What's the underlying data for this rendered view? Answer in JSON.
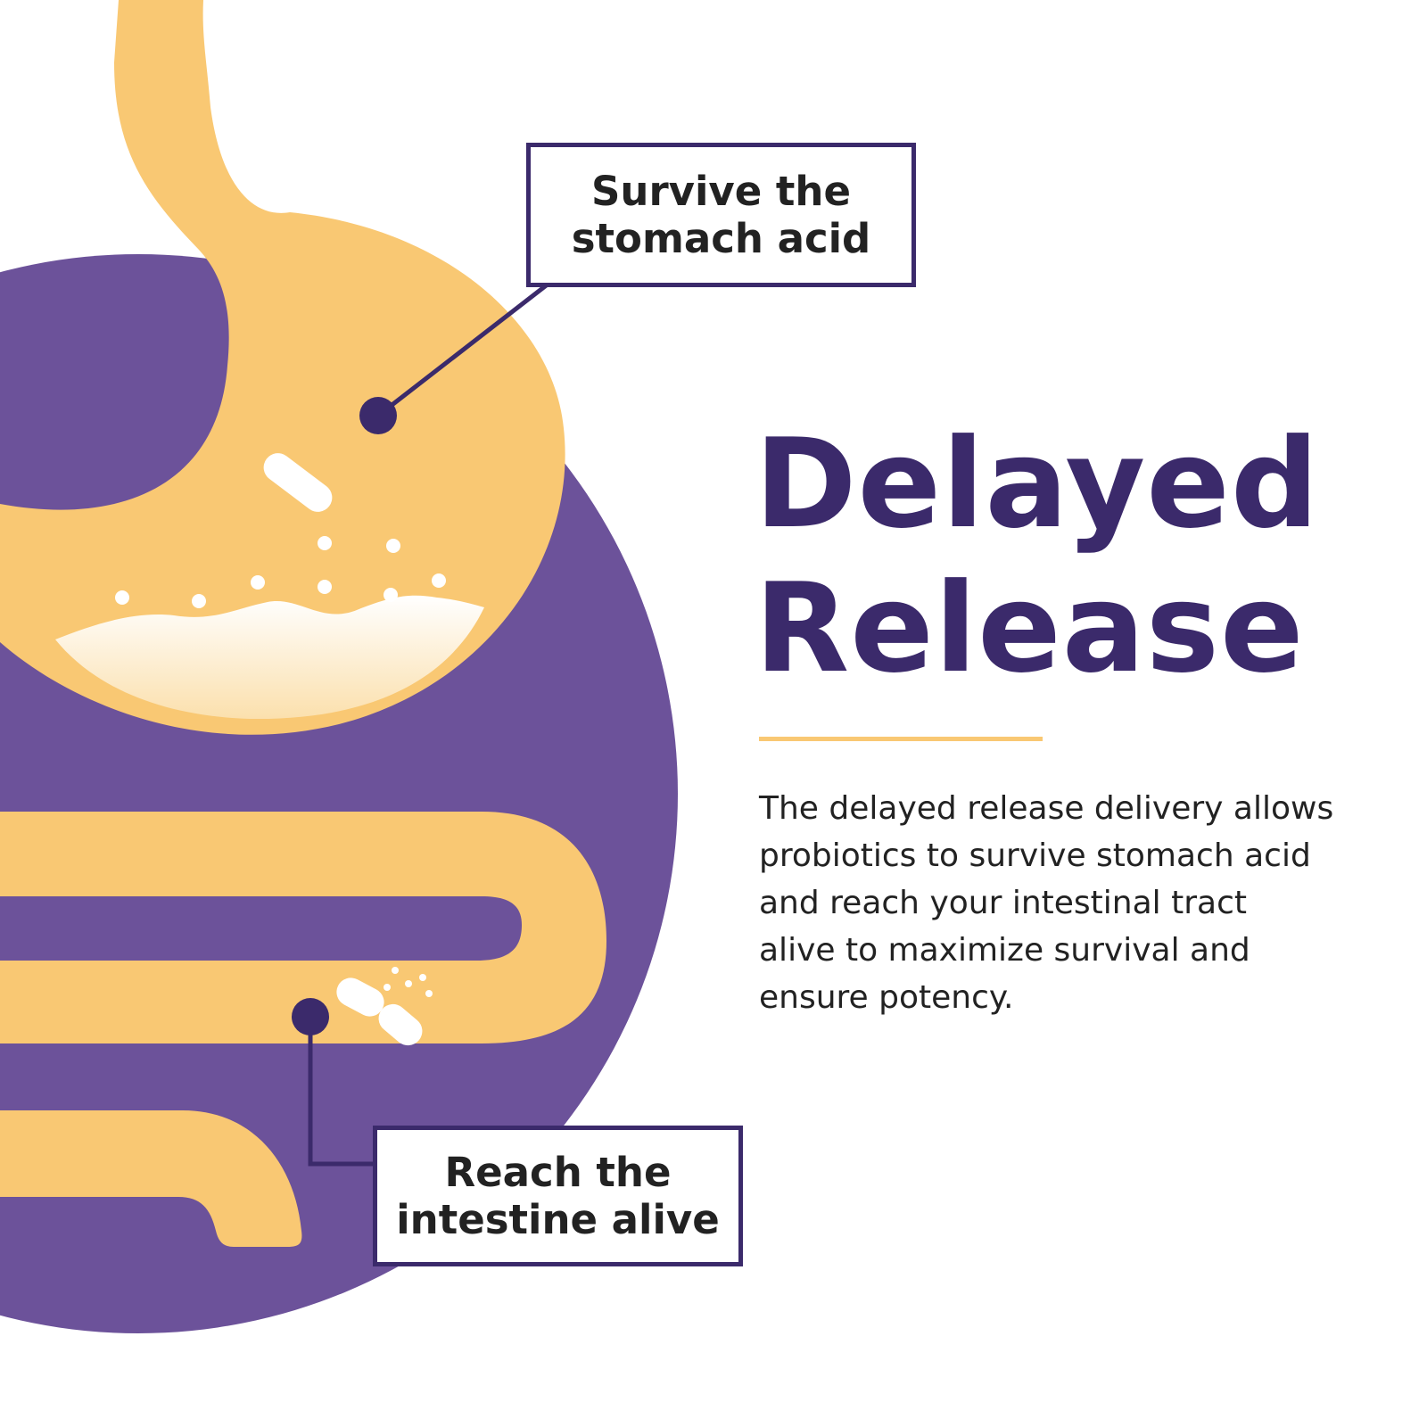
{
  "colors": {
    "accent_purple": "#3b2a6b",
    "body_purple": "#6c529a",
    "organ_yellow": "#f9c873",
    "text_dark": "#222222",
    "background": "#ffffff"
  },
  "illustration": {
    "icons": [
      "stomach-icon",
      "esophagus-icon",
      "intestine-icon",
      "capsule-icon",
      "open-capsule-icon"
    ]
  },
  "callouts": {
    "stomach": {
      "line1": "Survive the",
      "line2": "stomach acid"
    },
    "intestine": {
      "line1": "Reach the",
      "line2": "intestine alive"
    }
  },
  "heading": {
    "line1": "Delayed",
    "line2": "Release"
  },
  "description": {
    "line1": "The delayed release delivery allows",
    "line2": "probiotics to survive stomach acid",
    "line3": "and reach your intestinal tract",
    "line4": "alive to maximize survival and",
    "line5": "ensure potency."
  }
}
